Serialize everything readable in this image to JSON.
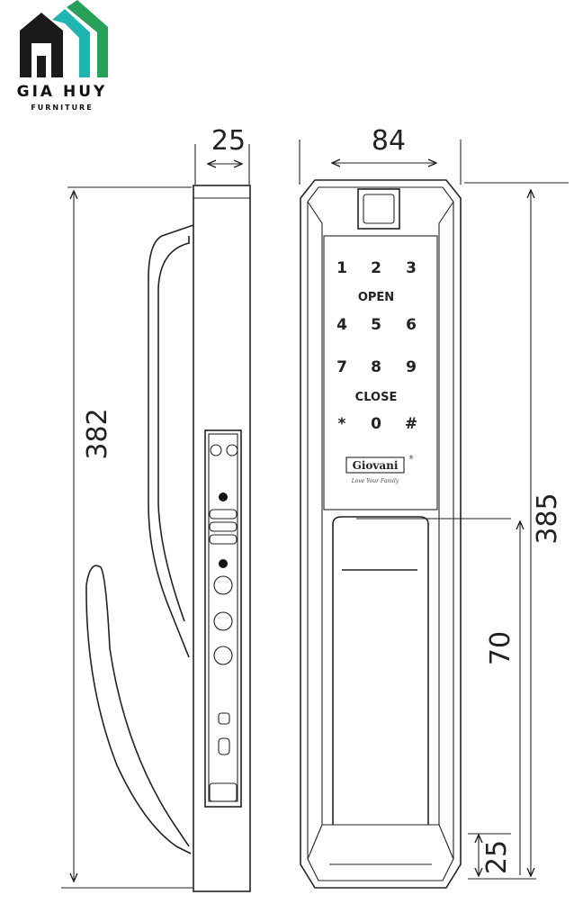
{
  "brand": {
    "name": "GIA HUY",
    "sub": "FURNITURE",
    "colors": {
      "house": "#1a1a1a",
      "teal": "#1fb5b0",
      "green": "#27a05a"
    }
  },
  "dimensions": {
    "side_width": "25",
    "front_width": "84",
    "side_height": "382",
    "front_height": "385",
    "handle_height": "70",
    "bottom_height": "25"
  },
  "keypad": {
    "rows": [
      [
        "1",
        "2",
        "3"
      ],
      [
        "4",
        "5",
        "6"
      ],
      [
        "7",
        "8",
        "9"
      ],
      [
        "*",
        "0",
        "#"
      ]
    ],
    "open_label": "OPEN",
    "close_label": "CLOSE"
  },
  "lock_brand": {
    "name": "Giovani",
    "mark": "®",
    "tagline": "Love Your Family"
  }
}
